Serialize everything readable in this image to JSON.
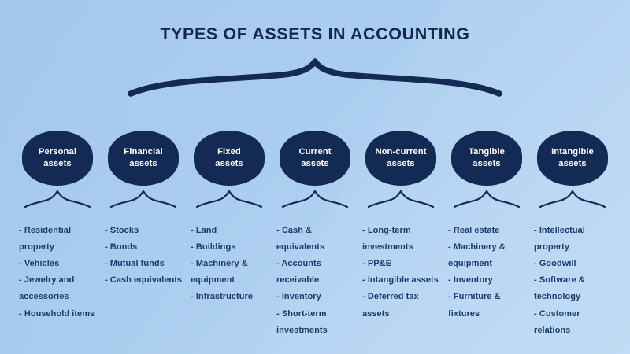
{
  "title": "TYPES OF ASSETS IN ACCOUNTING",
  "colors": {
    "background_top_left": "#a4c8ec",
    "background_bottom_right": "#bcdaf5",
    "node_fill": "#132a54",
    "node_text": "#ffffff",
    "title_text": "#14284d",
    "list_text": "#1c3a6c",
    "brace_stroke": "#132a54"
  },
  "columns": [
    {
      "node": "Personal\nassets",
      "node_line1": "Personal",
      "node_line2": "assets",
      "items": [
        "- Residential property",
        "- Vehicles",
        "- Jewelry and accessories",
        "- Household items"
      ]
    },
    {
      "node": "Financial\nassets",
      "node_line1": "Financial",
      "node_line2": "assets",
      "items": [
        "- Stocks",
        "- Bonds",
        "- Mutual funds",
        "- Cash equivalents"
      ]
    },
    {
      "node": "Fixed\nassets",
      "node_line1": "Fixed",
      "node_line2": "assets",
      "items": [
        "- Land",
        "- Buildings",
        "- Machinery & equipment",
        "- Infrastructure"
      ]
    },
    {
      "node": "Current\nassets",
      "node_line1": "Current",
      "node_line2": "assets",
      "items": [
        "- Cash & equivalents",
        "- Accounts receivable",
        "- Inventory",
        "- Short-term investments"
      ]
    },
    {
      "node": "Non-current\nassets",
      "node_line1": "Non-current",
      "node_line2": "assets",
      "items": [
        "- Long-term investments",
        "- PP&E",
        "- Intangible assets",
        "- Deferred tax assets"
      ]
    },
    {
      "node": "Tangible\nassets",
      "node_line1": "Tangible",
      "node_line2": "assets",
      "items": [
        "- Real estate",
        "- Machinery & equipment",
        "- Inventory",
        "- Furniture & fixtures"
      ]
    },
    {
      "node": "Intangible\nassets",
      "node_line1": "Intangible",
      "node_line2": "assets",
      "items": [
        "- Intellectual property",
        "- Goodwill",
        "- Software & technology",
        "- Customer relations"
      ]
    }
  ]
}
